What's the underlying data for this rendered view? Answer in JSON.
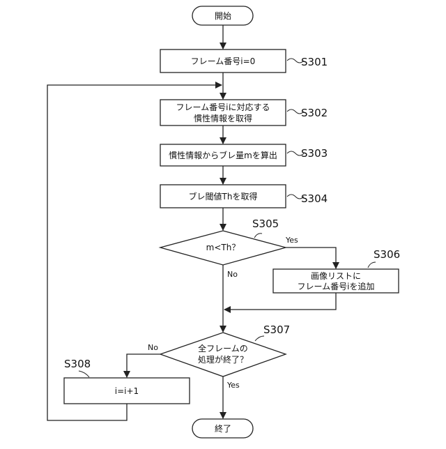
{
  "nodes": {
    "start": "開始",
    "s301": "フレーム番号i=0",
    "s302": [
      "フレーム番号iに対応する",
      "慣性情報を取得"
    ],
    "s303": "慣性情報からブレ量mを算出",
    "s304": "ブレ閾値Thを取得",
    "s305": "m<Th？",
    "s306": [
      "画像リストに",
      "フレーム番号iを追加"
    ],
    "s307": [
      "全フレームの",
      "処理が終了？"
    ],
    "s308": "i=i+1",
    "end": "終了"
  },
  "step_labels": {
    "s301": "S301",
    "s302": "S302",
    "s303": "S303",
    "s304": "S304",
    "s305": "S305",
    "s306": "S306",
    "s307": "S307",
    "s308": "S308"
  },
  "branches": {
    "s305_yes": "Yes",
    "s305_no": "No",
    "s307_no": "No",
    "s307_yes": "Yes"
  }
}
